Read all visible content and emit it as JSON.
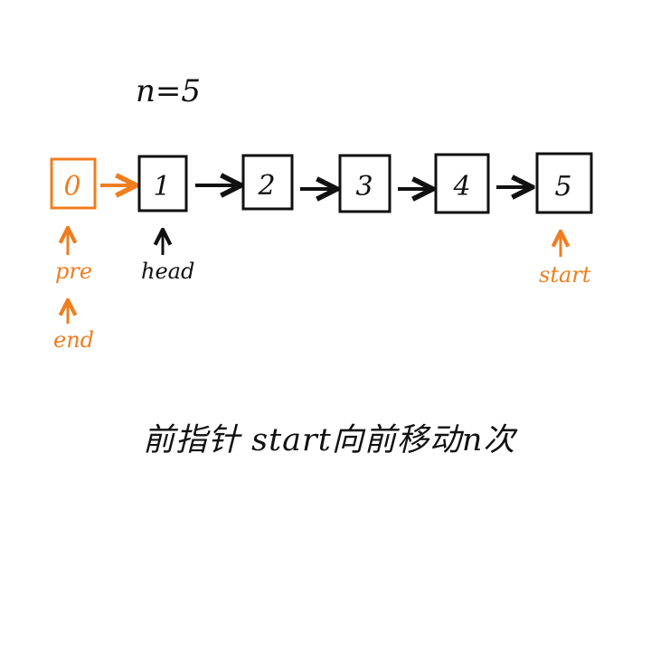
{
  "colors": {
    "ink": "#111111",
    "accent": "#f07d1e"
  },
  "title": "n=5",
  "list": {
    "dummy_node": "0",
    "nodes": [
      "1",
      "2",
      "3",
      "4",
      "5"
    ]
  },
  "pointers": {
    "pre": "pre",
    "end": "end",
    "head": "head",
    "start": "start"
  },
  "caption": "前指针 start向前移动n次"
}
